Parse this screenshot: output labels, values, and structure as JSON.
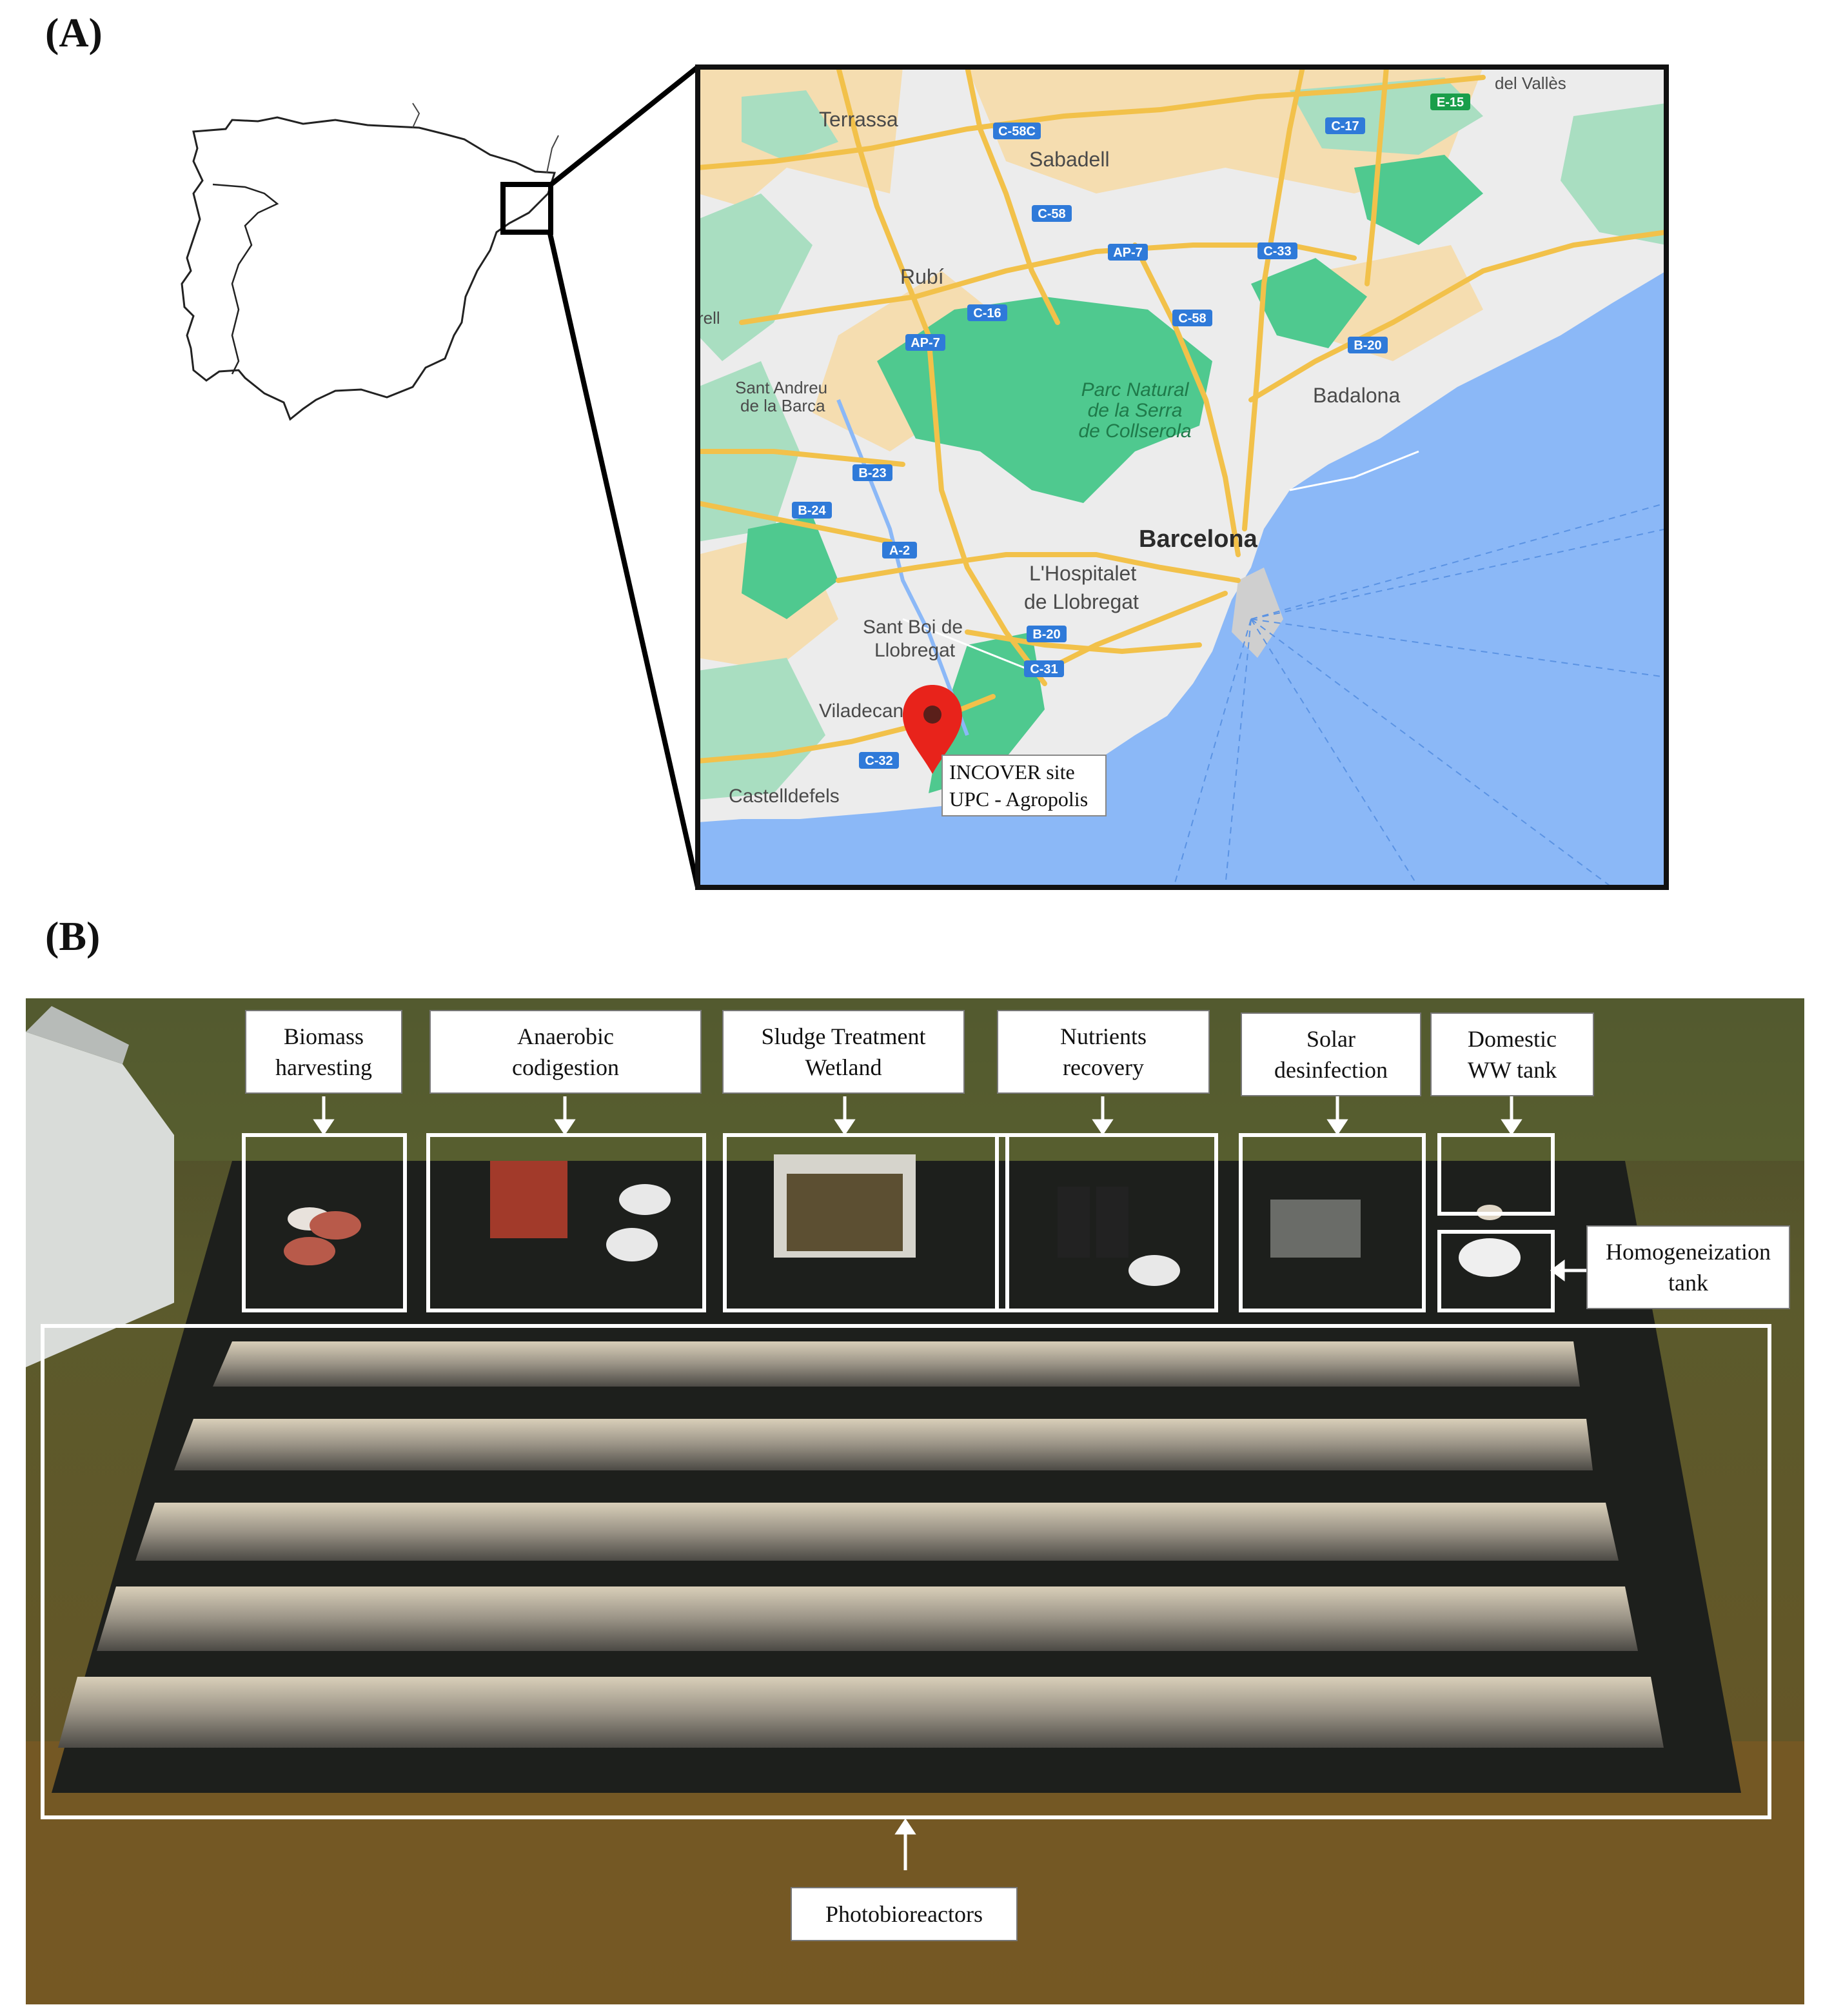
{
  "panels": {
    "a": "(A)",
    "b": "(B)"
  },
  "map": {
    "cities": [
      {
        "id": "terrassa",
        "label": "Terrassa"
      },
      {
        "id": "sabadell",
        "label": "Sabadell"
      },
      {
        "id": "rubi",
        "label": "Rubí"
      },
      {
        "id": "sant-andreu",
        "label": "Sant Andreu"
      },
      {
        "id": "de-la-barca",
        "label": "de la Barca"
      },
      {
        "id": "badalona",
        "label": "Badalona"
      },
      {
        "id": "barcelona",
        "label": "Barcelona"
      },
      {
        "id": "hospitalet-1",
        "label": "L'Hospitalet"
      },
      {
        "id": "hospitalet-2",
        "label": "de Llobregat"
      },
      {
        "id": "santboi-1",
        "label": "Sant Boi de"
      },
      {
        "id": "santboi-2",
        "label": "Llobregat"
      },
      {
        "id": "viladecans",
        "label": "Viladecans"
      },
      {
        "id": "castelldefels",
        "label": "Castelldefels"
      },
      {
        "id": "vall",
        "label": "del Vallès"
      },
      {
        "id": "rell",
        "label": "rell"
      }
    ],
    "park": [
      "Parc Natural",
      "de la Serra",
      "de Collserola"
    ],
    "roads": [
      "C-58C",
      "C-58",
      "C-17",
      "E-15",
      "AP-7",
      "C-33",
      "C-16",
      "C-58",
      "B-20",
      "AP-7",
      "B-23",
      "B-24",
      "A-2",
      "B-20",
      "C-31",
      "C-32"
    ],
    "site": {
      "line1": "INCOVER site",
      "line2": "UPC - Agropolis"
    }
  },
  "photo": {
    "callouts": [
      {
        "id": "biomass",
        "label": "Biomass\nharvesting"
      },
      {
        "id": "anaerobic",
        "label": "Anaerobic\ncodigestion"
      },
      {
        "id": "sludge",
        "label": "Sludge Treatment\nWetland"
      },
      {
        "id": "nutrients",
        "label": "Nutrients\nrecovery"
      },
      {
        "id": "solar",
        "label": "Solar\ndesinfection"
      },
      {
        "id": "domestic",
        "label": "Domestic\nWW tank"
      },
      {
        "id": "homog",
        "label": "Homogeneization\ntank"
      },
      {
        "id": "pbr",
        "label": "Photobioreactors"
      }
    ]
  },
  "colors": {
    "water": "#8bb8f7",
    "land": "#ececec",
    "urban": "#f5ddb0",
    "park": "#4fc98f",
    "forest": "#a9dec1",
    "road": "#f2c14a",
    "pin": "#e8231b"
  }
}
